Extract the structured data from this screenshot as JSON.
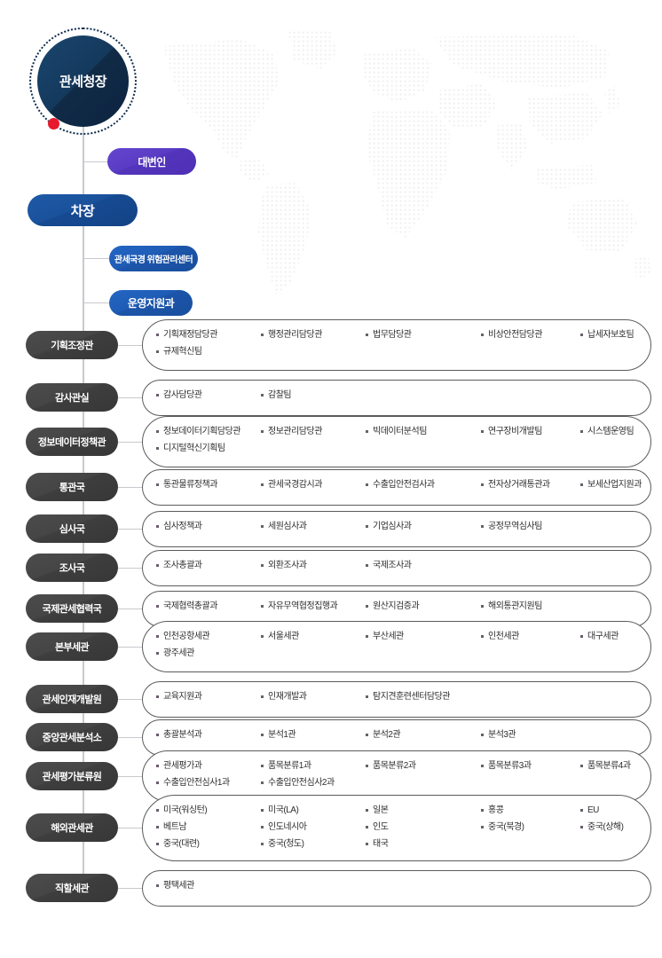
{
  "title": "관세청 조직도",
  "colors": {
    "commissioner": "#14395d",
    "spokesperson": "#5a3cc4",
    "vice": "#1a519b",
    "blue": "#1f5cb5",
    "gray": "#454545",
    "accent_dot": "#e8192c",
    "line": "#c9c9cf"
  },
  "top": {
    "commissioner": "관세청장",
    "spokesperson": "대변인",
    "vice_commissioner": "차장",
    "direct_units": [
      "관세국경 위험관리센터",
      "운영지원과"
    ]
  },
  "divisions": [
    {
      "name": "기획조정관",
      "rows": 2,
      "columns": [
        [
          "기획재정담당관",
          "규제혁신팀"
        ],
        [
          "행정관리담당관"
        ],
        [
          "법무담당관"
        ],
        [
          "비상안전담당관"
        ],
        [
          "납세자보호팀"
        ]
      ]
    },
    {
      "name": "감사관실",
      "rows": 1,
      "columns": [
        [
          "감사담당관"
        ],
        [
          "감찰팀"
        ],
        [],
        [],
        []
      ]
    },
    {
      "name": "정보데이터정책관",
      "rows": 2,
      "columns": [
        [
          "정보데이터기획담당관",
          "디지털혁신기획팀"
        ],
        [
          "정보관리담당관"
        ],
        [
          "빅데이터분석팀"
        ],
        [
          "연구장비개발팀"
        ],
        [
          "시스템운영팀"
        ]
      ]
    },
    {
      "name": "통관국",
      "rows": 1,
      "columns": [
        [
          "통관물류정책과"
        ],
        [
          "관세국경감시과"
        ],
        [
          "수출입안전검사과"
        ],
        [
          "전자상거래통관과"
        ],
        [
          "보세산업지원과"
        ]
      ]
    },
    {
      "name": "심사국",
      "rows": 1,
      "columns": [
        [
          "심사정책과"
        ],
        [
          "세원심사과"
        ],
        [
          "기업심사과"
        ],
        [
          "공정무역심사팀"
        ],
        []
      ]
    },
    {
      "name": "조사국",
      "rows": 1,
      "columns": [
        [
          "조사총괄과"
        ],
        [
          "외환조사과"
        ],
        [
          "국제조사과"
        ],
        [],
        []
      ]
    },
    {
      "name": "국제관세협력국",
      "rows": 1,
      "columns": [
        [
          "국제협력총괄과"
        ],
        [
          "자유무역협정집행과"
        ],
        [
          "원산지검증과"
        ],
        [
          "해외통관지원팀"
        ],
        []
      ]
    },
    {
      "name": "본부세관",
      "rows": 2,
      "columns": [
        [
          "인천공항세관",
          "광주세관"
        ],
        [
          "서울세관"
        ],
        [
          "부산세관"
        ],
        [
          "인천세관"
        ],
        [
          "대구세관"
        ]
      ]
    },
    {
      "name": "관세인재개발원",
      "rows": 1,
      "columns": [
        [
          "교육지원과"
        ],
        [
          "인재개발과"
        ],
        [
          "탐지견훈련센터담당관"
        ],
        [],
        []
      ]
    },
    {
      "name": "중앙관세분석소",
      "rows": 1,
      "columns": [
        [
          "총괄분석과"
        ],
        [
          "분석1관"
        ],
        [
          "분석2관"
        ],
        [
          "분석3관"
        ],
        []
      ]
    },
    {
      "name": "관세평가분류원",
      "rows": 2,
      "columns": [
        [
          "관세평가과",
          "수출입안전심사1과"
        ],
        [
          "품목분류1과",
          "수출입안전심사2과"
        ],
        [
          "품목분류2과"
        ],
        [
          "품목분류3과"
        ],
        [
          "품목분류4과"
        ]
      ]
    },
    {
      "name": "해외관세관",
      "rows": 3,
      "columns": [
        [
          "미국(워싱턴)",
          "베트남",
          "중국(대련)"
        ],
        [
          "미국(LA)",
          "인도네시아",
          "중국(청도)"
        ],
        [
          "일본",
          "인도",
          "태국"
        ],
        [
          "홍콩",
          "중국(북경)"
        ],
        [
          "EU",
          "중국(상해)"
        ]
      ]
    },
    {
      "name": "직할세관",
      "rows": 1,
      "columns": [
        [
          "평택세관"
        ],
        [],
        [],
        [],
        []
      ]
    }
  ]
}
